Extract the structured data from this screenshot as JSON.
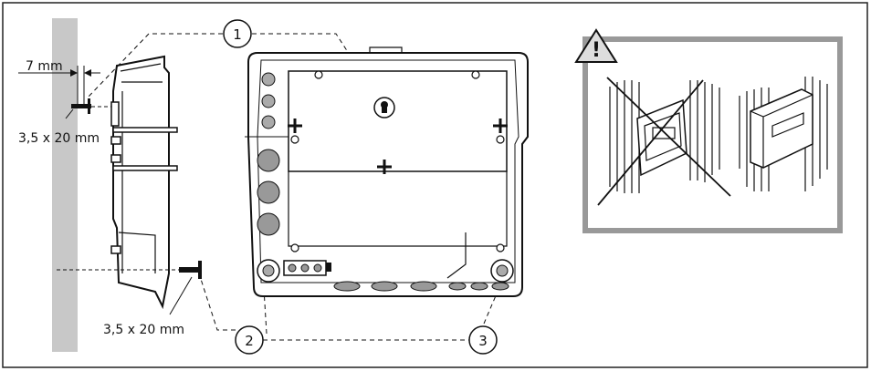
{
  "dimensions": {
    "gap": "7 mm",
    "screw_top": "3,5 x 20 mm",
    "screw_bottom": "3,5 x 20 mm"
  },
  "callouts": [
    "1",
    "2",
    "3"
  ],
  "warning": {
    "icon": "warning-triangle-icon",
    "symbol": "!"
  }
}
